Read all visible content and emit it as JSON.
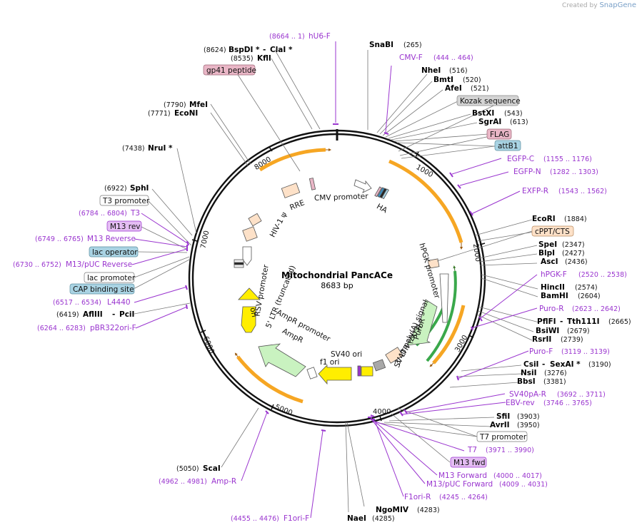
{
  "credit": {
    "prefix": "Created by",
    "brand": "SnapGene"
  },
  "plasmid": {
    "name": "Mitochondrial PancACe",
    "length_label": "8683 bp",
    "length": 8683
  },
  "ring_ticks": [
    "1000",
    "2000",
    "3000",
    "4000",
    "5000",
    "6000",
    "7000",
    "8000"
  ],
  "colors": {
    "arrow_orange": "#f6a623",
    "arrow_yellow": "#ffee00",
    "arrow_green_light": "#c9f2c0",
    "arrow_white": "#ffffff",
    "marker_green": "#3aa84b",
    "primer": "#9a35cf",
    "box_pink": "#e9b6c6",
    "box_blue": "#a9d3e3",
    "box_orange": "#fde1c8",
    "box_gray": "#d4d4d4"
  },
  "enzymes": [
    {
      "id": "snabi",
      "name": "SnaBI",
      "pos": "(265)"
    },
    {
      "id": "nhei",
      "name": "NheI",
      "pos": "(516)"
    },
    {
      "id": "bmti",
      "name": "BmtI",
      "pos": "(520)"
    },
    {
      "id": "afei",
      "name": "AfeI",
      "pos": "(521)"
    },
    {
      "id": "bstxi",
      "name": "BstXI",
      "pos": "(543)"
    },
    {
      "id": "sgrai",
      "name": "SgrAI",
      "pos": "(613)"
    },
    {
      "id": "ecori",
      "name": "EcoRI",
      "pos": "(1884)"
    },
    {
      "id": "spei",
      "name": "SpeI",
      "pos": "(2347)"
    },
    {
      "id": "blpi",
      "name": "BlpI",
      "pos": "(2427)"
    },
    {
      "id": "asci",
      "name": "AscI",
      "pos": "(2436)"
    },
    {
      "id": "hincii",
      "name": "HincII",
      "pos": "(2574)"
    },
    {
      "id": "bamhi",
      "name": "BamHI",
      "pos": "(2604)"
    },
    {
      "id": "pflfi",
      "name": "PflFI",
      "name2": "Tth111I",
      "pos": "(2665)"
    },
    {
      "id": "bsiwi",
      "name": "BsiWI",
      "pos": "(2679)"
    },
    {
      "id": "rsrii",
      "name": "RsrII",
      "pos": "(2739)"
    },
    {
      "id": "csii",
      "name": "CsiI",
      "name2": "SexAI *",
      "pos": "(3190)"
    },
    {
      "id": "nsii",
      "name": "NsiI",
      "pos": "(3276)"
    },
    {
      "id": "bbsi",
      "name": "BbsI",
      "pos": "(3381)"
    },
    {
      "id": "sfii",
      "name": "SfiI",
      "pos": "(3903)"
    },
    {
      "id": "avrii",
      "name": "AvrII",
      "pos": "(3950)"
    },
    {
      "id": "ngomiv",
      "name": "NgoMIV",
      "pos": "(4283)"
    },
    {
      "id": "naei",
      "name": "NaeI",
      "pos": "(4285)"
    },
    {
      "id": "scai",
      "name": "ScaI",
      "pos": "(5050)"
    },
    {
      "id": "afliii",
      "name": "AflIII",
      "name2": "PciI",
      "pos": "(6419)"
    },
    {
      "id": "sphi",
      "name": "SphI",
      "pos": "(6922)"
    },
    {
      "id": "nrui",
      "name": "NruI *",
      "pos": "(7438)"
    },
    {
      "id": "econi",
      "name": "EcoNI",
      "pos": "(7771)"
    },
    {
      "id": "mfei",
      "name": "MfeI",
      "pos": "(7790)"
    },
    {
      "id": "kfli",
      "name": "KflI",
      "pos": "(8535)"
    },
    {
      "id": "bspdi",
      "name": "BspDI *",
      "name2": "ClaI *",
      "pos": "(8624)"
    }
  ],
  "primers": [
    {
      "id": "hu6f",
      "name": "hU6-F",
      "range": "(8664 .. 1)"
    },
    {
      "id": "cmvf",
      "name": "CMV-F",
      "range": "(444 .. 464)"
    },
    {
      "id": "egfpc",
      "name": "EGFP-C",
      "range": "(1155 .. 1176)"
    },
    {
      "id": "egfpn",
      "name": "EGFP-N",
      "range": "(1282 .. 1303)"
    },
    {
      "id": "exfpr",
      "name": "EXFP-R",
      "range": "(1543 .. 1562)"
    },
    {
      "id": "hpgkf",
      "name": "hPGK-F",
      "range": "(2520 .. 2538)"
    },
    {
      "id": "puror",
      "name": "Puro-R",
      "range": "(2623 .. 2642)"
    },
    {
      "id": "purof",
      "name": "Puro-F",
      "range": "(3119 .. 3139)"
    },
    {
      "id": "sv40par",
      "name": "SV40pA-R",
      "range": "(3692 .. 3711)"
    },
    {
      "id": "ebvrev",
      "name": "EBV-rev",
      "range": "(3746 .. 3765)"
    },
    {
      "id": "t7",
      "name": "T7",
      "range": "(3971 .. 3990)"
    },
    {
      "id": "m13fwd",
      "name": "M13 Forward",
      "range": "(4000 .. 4017)"
    },
    {
      "id": "m13puc",
      "name": "M13/pUC Forward",
      "range": "(4009 .. 4031)"
    },
    {
      "id": "f1orir",
      "name": "F1ori-R",
      "range": "(4245 .. 4264)"
    },
    {
      "id": "f1orif",
      "name": "F1ori-F",
      "range": "(4455 .. 4476)"
    },
    {
      "id": "ampr",
      "name": "Amp-R",
      "range": "(4962 .. 4981)"
    },
    {
      "id": "pbr",
      "name": "pBR322ori-F",
      "range": "(6264 .. 6283)"
    },
    {
      "id": "l4440",
      "name": "L4440",
      "range": "(6517 .. 6534)"
    },
    {
      "id": "m13pucr",
      "name": "M13/pUC Reverse",
      "range": "(6730 .. 6752)"
    },
    {
      "id": "m13rev",
      "name": "M13 Reverse",
      "range": "(6749 .. 6765)"
    },
    {
      "id": "t3",
      "name": "T3",
      "range": "(6784 .. 6804)"
    }
  ],
  "boxes": [
    {
      "id": "gp41",
      "text": "gp41 peptide"
    },
    {
      "id": "kozak",
      "text": "Kozak sequence"
    },
    {
      "id": "flag",
      "text": "FLAG"
    },
    {
      "id": "attb1",
      "text": "attB1"
    },
    {
      "id": "cppt",
      "text": "cPPT/CTS"
    },
    {
      "id": "t3prom",
      "text": "T3 promoter"
    },
    {
      "id": "m13revbox",
      "text": "M13 rev"
    },
    {
      "id": "lacop",
      "text": "lac operator"
    },
    {
      "id": "lacprom",
      "text": "lac promoter"
    },
    {
      "id": "cap",
      "text": "CAP binding site"
    },
    {
      "id": "t7prom",
      "text": "T7 promoter"
    },
    {
      "id": "m13fwdbox",
      "text": "M13 fwd"
    }
  ],
  "features": {
    "cmv": "CMV promoter",
    "ha": "HA",
    "hpgk": "hPGK promoter",
    "puror": "PuroR",
    "sv40pa": "SV40 poly(A) signal",
    "ltr3": "3' LTR (ΔU3)",
    "sv40ori": "SV40 ori",
    "f1ori": "f1 ori",
    "ampr_prom": "AmpR promoter",
    "ampr": "AmpR",
    "ori": "ori",
    "rsv": "RSV promoter",
    "ltr5": "5' LTR (truncated)",
    "hiv": "HIV-1 ψ",
    "rre": "RRE"
  }
}
